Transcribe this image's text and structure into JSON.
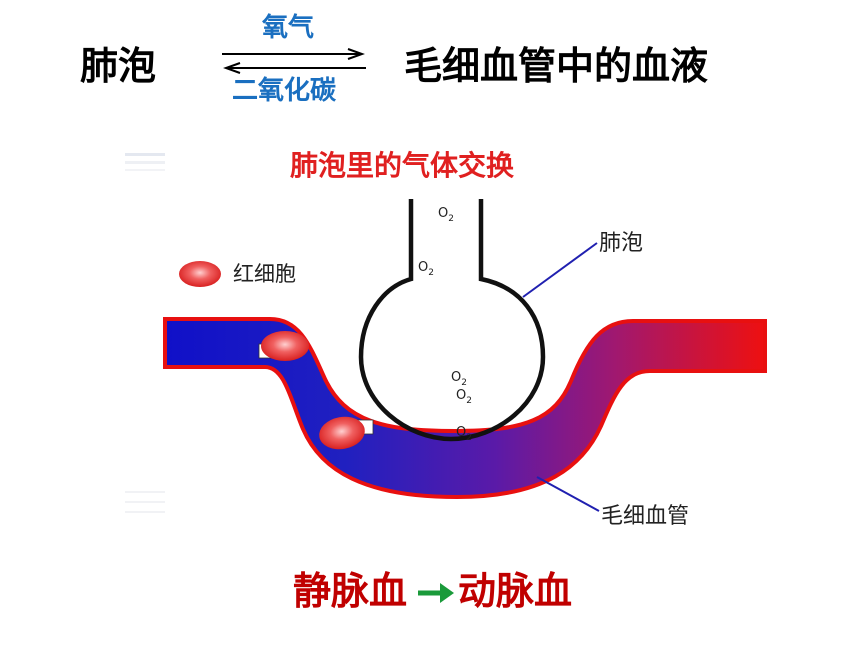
{
  "header": {
    "left_term": "肺泡",
    "right_term": "毛细血管中的血液",
    "forward_gas": "氧气",
    "backward_gas": "二氧化碳"
  },
  "diagram": {
    "title": "肺泡里的气体交换",
    "legend_label": "红细胞",
    "alveolus_label": "肺泡",
    "capillary_label": "毛细血管",
    "o2_label": "O",
    "o2_subscript": "2"
  },
  "footer": {
    "venous_blood": "静脉血",
    "arterial_blood": "动脉血"
  },
  "colors": {
    "venous": "#1010c8",
    "arterial": "#e81010",
    "title_red": "#e02020",
    "gas_blue": "#1a6fc0",
    "footer_red": "#c00000",
    "arrow_green": "#1a9a3a",
    "pointer_blue": "#2020b0"
  }
}
